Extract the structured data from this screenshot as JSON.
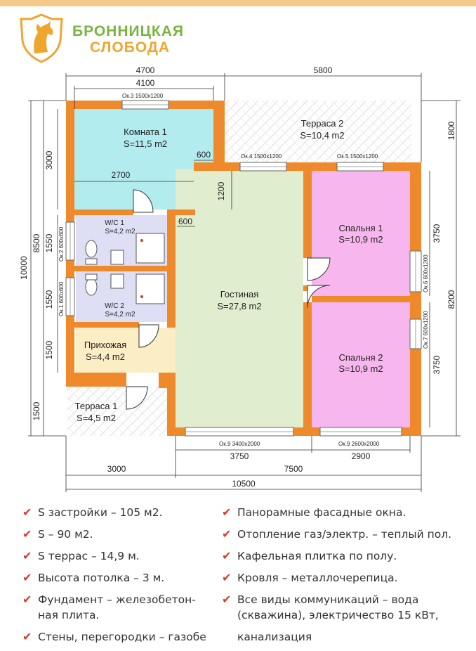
{
  "brand": {
    "line1": "БРОННИЦКАЯ",
    "line2": "СЛОБОДА"
  },
  "rooms": {
    "komnata1": {
      "name": "Комната 1",
      "area": "S=11,5 m2"
    },
    "terrasa2": {
      "name": "Терраса 2",
      "area": "S=10,4 m2"
    },
    "spalnya1": {
      "name": "Спальня 1",
      "area": "S=10,9 m2"
    },
    "spalnya2": {
      "name": "Спальня 2",
      "area": "S=10,9 m2"
    },
    "gostinaya": {
      "name": "Гостиная",
      "area": "S=27,8 m2"
    },
    "wc1": {
      "name": "W/C 1",
      "area": "S=4,2 m2"
    },
    "wc2": {
      "name": "W/C 2",
      "area": "S=4,2 m2"
    },
    "prikhozhaya": {
      "name": "Прихожая",
      "area": "S=4,4 m2"
    },
    "terrasa1": {
      "name": "Терраса 1",
      "area": "S=4,5 m2"
    }
  },
  "windows": {
    "ok3": "Ок.3 1500х1200",
    "ok4": "Ок.4 1500х1200",
    "ok5": "Ок.5 1500х1200",
    "ok2": "Ок.2 600х600",
    "ok1": "Ок.1 600х600",
    "ok6": "Ок.6 600х1200",
    "ok7": "Ок.7 600х1200",
    "ok9a": "Ок.9 3400х2000",
    "ok9b": "Ок.9 2600х2000"
  },
  "dims": {
    "top_4700": "4700",
    "top_5800": "5800",
    "top_4100": "4100",
    "d_2700": "2700",
    "d_600a": "600",
    "d_600b": "600",
    "d_1200": "1200",
    "left_3000": "3000",
    "left_8500": "8500",
    "left_10000": "10000",
    "left_1550a": "1550",
    "left_1550b": "1550",
    "left_1500a": "1500",
    "left_1500b": "1500",
    "right_1800": "1800",
    "right_3750a": "3750",
    "right_3750b": "3750",
    "right_8200": "8200",
    "bot_3750": "3750",
    "bot_2900": "2900",
    "bot_3000": "3000",
    "bot_7500": "7500",
    "bot_10500": "10500"
  },
  "features_left": [
    "S застройки – 105 м2.",
    "S – 90 м2.",
    "S террас – 14,9 м.",
    "Высота потолка – 3 м.",
    "Фундамент – железобетон-ная плита.",
    "Стены, перегородки – газобе"
  ],
  "features_right": [
    "Панорамные фасадные окна.",
    "Отопление газ/электр. – теплый пол.",
    "Кафельная плитка по полу.",
    "Кровля – металлочерепица.",
    "Все виды коммуникаций – вода (скважина), электричество 15 кВт,",
    "канализация"
  ],
  "colors": {
    "wall": "#ef8a2c",
    "komnata": "#b3ecef",
    "spalnya": "#f8b6ee",
    "gostinaya": "#e1edcf",
    "wc": "#dedff5",
    "prikhozhaya": "#fbedc4",
    "check": "#d73a2a",
    "brand_green": "#7bb341",
    "brand_orange": "#f0a52e"
  }
}
